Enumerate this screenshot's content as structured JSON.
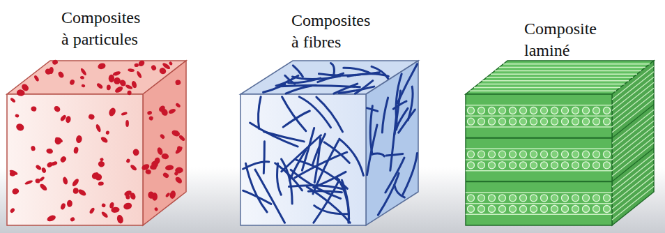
{
  "diagram": {
    "labels": [
      "Composites à particules",
      "Composites à fibres",
      "Composite laminé"
    ]
  }
}
